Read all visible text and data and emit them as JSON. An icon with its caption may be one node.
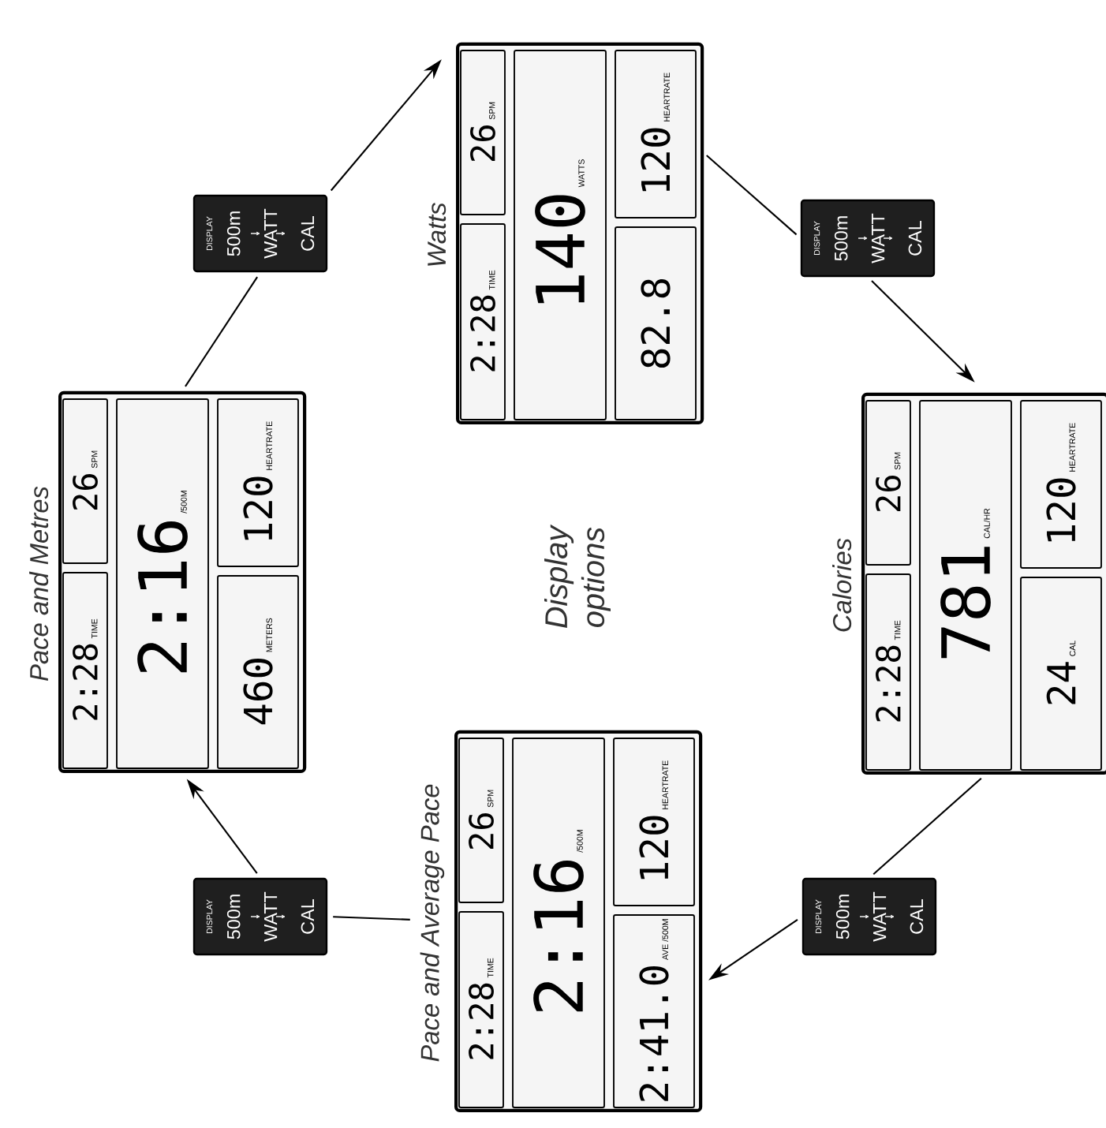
{
  "diagram": {
    "title": "Display options",
    "nodes": [
      {
        "text": [
          "Watts"
        ]
      },
      {
        "text": [
          "2:28",
          "TIME"
        ],
        "in": 0
      },
      {
        "text": [
          "26",
          "SPM"
        ],
        "in": 0
      },
      {
        "text": [
          "140",
          "WATTS"
        ],
        "in": 0
      },
      {
        "text": [
          "82.8"
        ],
        "in": 0
      },
      {
        "text": [
          "120",
          "HEARTRATE"
        ],
        "in": 0
      },
      {
        "text": [
          "DISPLAY",
          "500m",
          "WATT",
          "CAL"
        ]
      },
      {
        "text": [
          "Calories"
        ]
      },
      {
        "text": [
          "2:28",
          "TIME"
        ],
        "in": 7
      },
      {
        "text": [
          "26",
          "SPM"
        ],
        "in": 7
      },
      {
        "text": [
          "781",
          "CAL/HR"
        ],
        "in": 7
      },
      {
        "text": [
          "24",
          "CAL"
        ],
        "in": 7
      },
      {
        "text": [
          "120",
          "HEARTRATE"
        ],
        "in": 7
      },
      {
        "text": [
          "DISPLAY",
          "500m",
          "WATT",
          "CAL"
        ]
      },
      {
        "text": [
          "Pace and Average Pace"
        ]
      },
      {
        "text": [
          "2:28",
          "TIME"
        ],
        "in": 14
      },
      {
        "text": [
          "26",
          "SPM"
        ],
        "in": 14
      },
      {
        "text": [
          "2:16",
          "/500M"
        ],
        "in": 14
      },
      {
        "text": [
          "2:41.0",
          "AVE /500M"
        ],
        "in": 14
      },
      {
        "text": [
          "120",
          "HEARTRATE"
        ],
        "in": 14
      },
      {
        "text": [
          "DISPLAY",
          "500m",
          "WATT",
          "CAL"
        ]
      },
      {
        "text": [
          "Pace and Metres"
        ]
      },
      {
        "text": [
          "2:28",
          "TIME"
        ],
        "in": 21
      },
      {
        "text": [
          "26",
          "SPM"
        ],
        "in": 21
      },
      {
        "text": [
          "2:16",
          "/500M"
        ],
        "in": 21
      },
      {
        "text": [
          "460",
          "METERS"
        ],
        "in": 21
      },
      {
        "text": [
          "120",
          "HEARTRATE"
        ],
        "in": 21
      },
      {
        "text": [
          "DISPLAY",
          "500m",
          "WATT",
          "CAL"
        ]
      }
    ],
    "edges": [
      {
        "from": 21,
        "to": 27,
        "arrow": "none"
      },
      {
        "from": 27,
        "to": 0,
        "arrow": "to"
      },
      {
        "from": 0,
        "to": 6,
        "arrow": "none"
      },
      {
        "from": 6,
        "to": 7,
        "arrow": "to"
      },
      {
        "from": 7,
        "to": 13,
        "arrow": "none"
      },
      {
        "from": 13,
        "to": 14,
        "arrow": "to"
      },
      {
        "from": 14,
        "to": 20,
        "arrow": "none"
      },
      {
        "from": 20,
        "to": 21,
        "arrow": "to"
      }
    ]
  }
}
